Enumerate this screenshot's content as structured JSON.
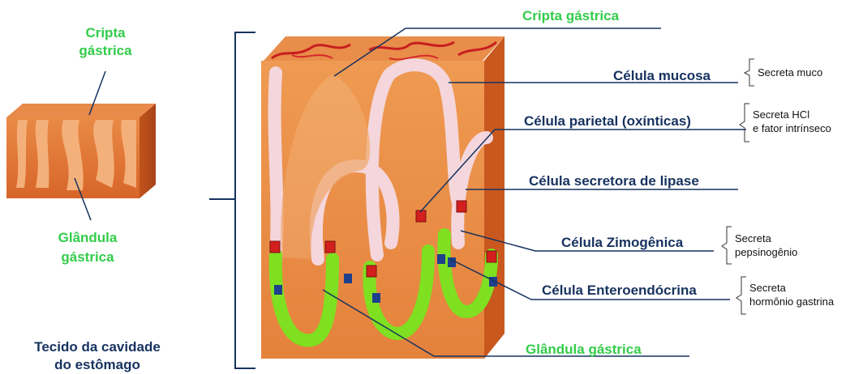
{
  "small_block": {
    "top_label_line1": "Cripta",
    "top_label_line2": "gástrica",
    "bottom_label_line1": "Glândula",
    "bottom_label_line2": "gástrica",
    "caption_line1": "Tecido da cavidade",
    "caption_line2": "do estômago"
  },
  "labels": {
    "cripta_gastrica": "Cripta gástrica",
    "celula_mucosa": "Célula mucosa",
    "celula_parietal": "Célula parietal (oxínticas)",
    "celula_lipase": "Célula secretora de lipase",
    "celula_zimogenica": "Célula Zimogênica",
    "celula_enteroendocrina": "Célula Enteroendócrina",
    "glandula_gastrica": "Glândula gástrica"
  },
  "notes": {
    "mucosa": "Secreta muco",
    "parietal_line1": "Secreta HCl",
    "parietal_line2": "e fator intrínseco",
    "zimogenica_line1": "Secreta",
    "zimogenica_line2": "pepsinogênio",
    "entero_line1": "Secreta",
    "entero_line2": "hormônio gastrina"
  },
  "colors": {
    "green_label": "#33cc4a",
    "navy_label": "#17325f",
    "tissue": "#e0782f",
    "parietal_cell": "#d41f1f",
    "zymogenic_cell": "#7ee020",
    "enteroendocrine_cell": "#1d3f8c"
  }
}
